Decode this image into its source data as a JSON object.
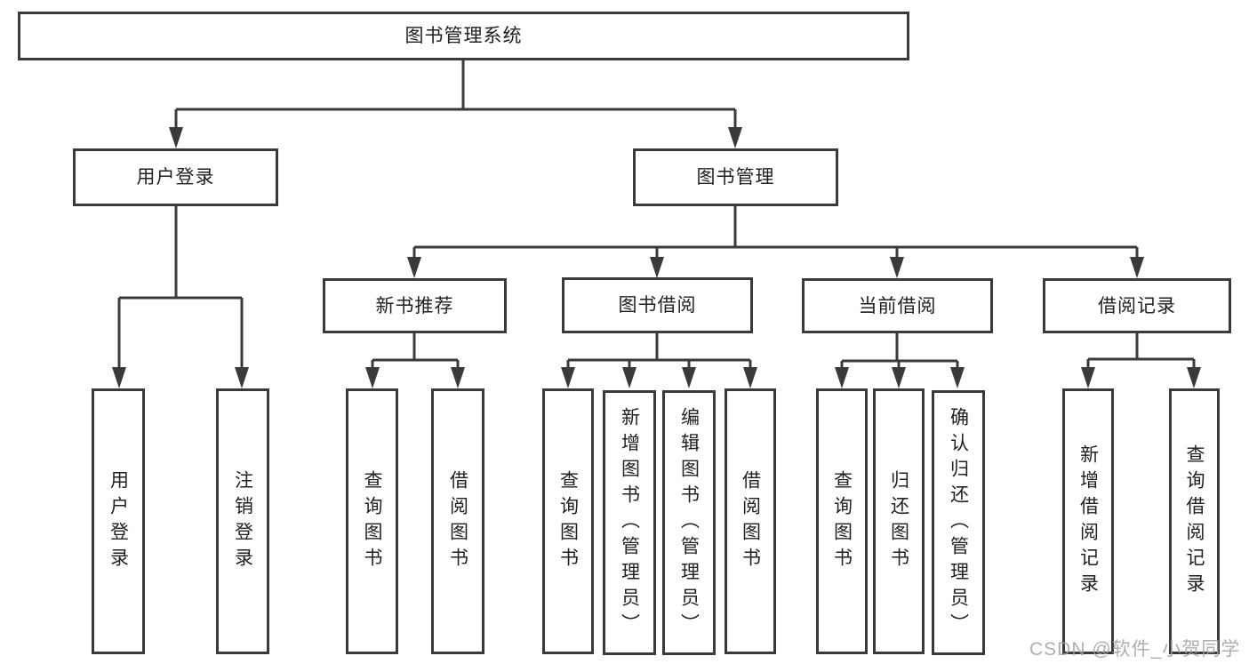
{
  "diagram": {
    "type": "tree",
    "title": "图书管理系统",
    "colors": {
      "background": "#ffffff",
      "line": "#3a3a3a",
      "box_border": "#3a3a3a",
      "text": "#212121",
      "watermark": "#9ea1a6"
    },
    "watermark": {
      "text": "CSDN @软件_小贺同学"
    },
    "nodes": [
      {
        "id": "root",
        "label": "图书管理系统",
        "parent": null,
        "level": 1
      },
      {
        "id": "user-login-branch",
        "label": "用户登录",
        "parent": "root",
        "level": 2
      },
      {
        "id": "book-management-branch",
        "label": "图书管理",
        "parent": "root",
        "level": 2
      },
      {
        "id": "new-book-recommend",
        "label": "新书推荐",
        "parent": "book-management-branch",
        "level": 3
      },
      {
        "id": "book-borrowing",
        "label": "图书借阅",
        "parent": "book-management-branch",
        "level": 3
      },
      {
        "id": "current-borrowing",
        "label": "当前借阅",
        "parent": "book-management-branch",
        "level": 3
      },
      {
        "id": "borrowing-records",
        "label": "借阅记录",
        "parent": "book-management-branch",
        "level": 3
      },
      {
        "id": "leaf-user-login",
        "label": "用户登录",
        "parent": "user-login-branch",
        "level": 4
      },
      {
        "id": "leaf-logout",
        "label": "注销登录",
        "parent": "user-login-branch",
        "level": 4
      },
      {
        "id": "leaf-query-books-recommend",
        "label": "查询图书",
        "parent": "new-book-recommend",
        "level": 4
      },
      {
        "id": "leaf-borrow-books-recommend",
        "label": "借阅图书",
        "parent": "new-book-recommend",
        "level": 4
      },
      {
        "id": "leaf-query-books-borrowing",
        "label": "查询图书",
        "parent": "book-borrowing",
        "level": 4
      },
      {
        "id": "leaf-add-books-admin",
        "label": "新增图书（管理员）",
        "parent": "book-borrowing",
        "level": 4
      },
      {
        "id": "leaf-edit-books-admin",
        "label": "编辑图书（管理员）",
        "parent": "book-borrowing",
        "level": 4
      },
      {
        "id": "leaf-borrow-books",
        "label": "借阅图书",
        "parent": "book-borrowing",
        "level": 4
      },
      {
        "id": "leaf-query-books-current",
        "label": "查询图书",
        "parent": "current-borrowing",
        "level": 4
      },
      {
        "id": "leaf-return-books",
        "label": "归还图书",
        "parent": "current-borrowing",
        "level": 4
      },
      {
        "id": "leaf-confirm-return-admin",
        "label": "确认归还（管理员）",
        "parent": "current-borrowing",
        "level": 4
      },
      {
        "id": "leaf-add-borrow-record",
        "label": "新增借阅记录",
        "parent": "borrowing-records",
        "level": 4
      },
      {
        "id": "leaf-query-borrow-record",
        "label": "查询借阅记录",
        "parent": "borrowing-records",
        "level": 4
      }
    ]
  }
}
